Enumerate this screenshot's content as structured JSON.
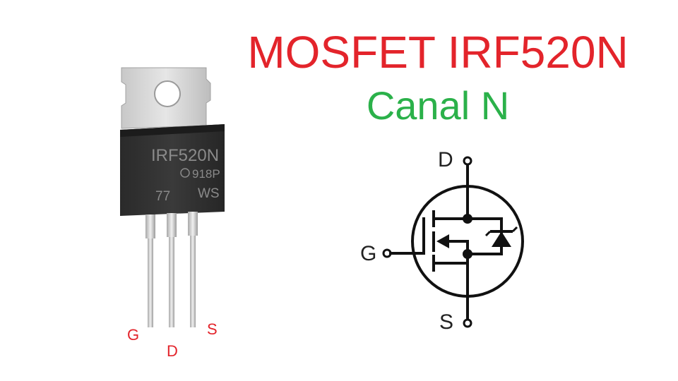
{
  "title": "MOSFET IRF520N",
  "subtitle": "Canal N",
  "package": {
    "marking_line1": "IRF520N",
    "marking_line2": "918P",
    "marking_line3_left": "77",
    "marking_line3_right": "WS"
  },
  "package_pins": {
    "gate": "G",
    "drain": "D",
    "source": "S"
  },
  "schematic": {
    "drain": "D",
    "gate": "G",
    "source": "S"
  },
  "colors": {
    "title": "#e3242b",
    "subtitle": "#2bb14a",
    "pin_labels": "#e3242b"
  }
}
